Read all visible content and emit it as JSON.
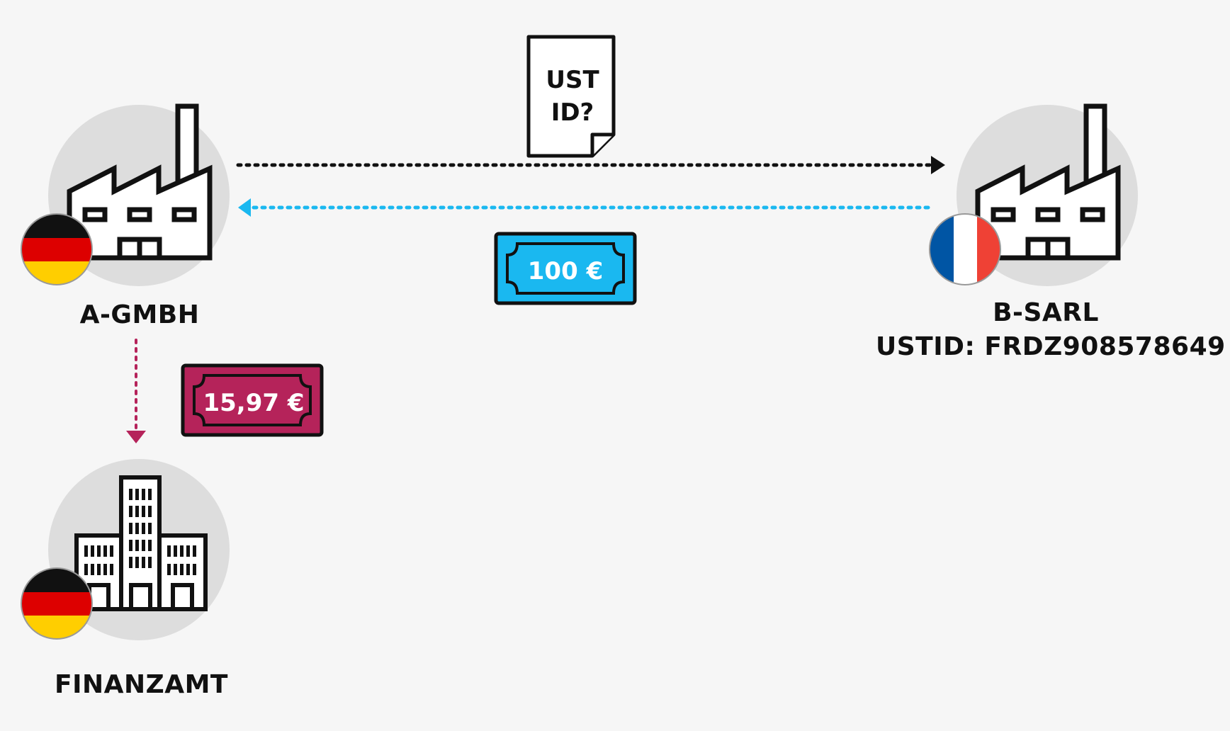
{
  "nodes": {
    "a_gmbh": {
      "name": "A-GMBH",
      "flag": "de-flag-icon"
    },
    "b_sarl": {
      "name": "B-SARL",
      "vat_id": "USTID: FRDZ908578649",
      "flag": "fr-flag-icon"
    },
    "finanzamt": {
      "name": "FINANZAMT",
      "flag": "de-flag-icon"
    }
  },
  "document": {
    "line1": "UST",
    "line2": "ID?"
  },
  "payments": {
    "sale": {
      "amount": "100 €",
      "color": "#1ab8f0"
    },
    "tax": {
      "amount": "15,97 €",
      "color": "#b5235a"
    }
  },
  "colors": {
    "circle": "#dddddd",
    "arrow_request": "#111111",
    "arrow_payment": "#1ab8f0",
    "arrow_tax": "#b5235a",
    "de_black": "#111111",
    "de_red": "#dd0000",
    "de_gold": "#ffce00",
    "fr_blue": "#0055a4",
    "fr_white": "#ffffff",
    "fr_red": "#ef4135"
  }
}
